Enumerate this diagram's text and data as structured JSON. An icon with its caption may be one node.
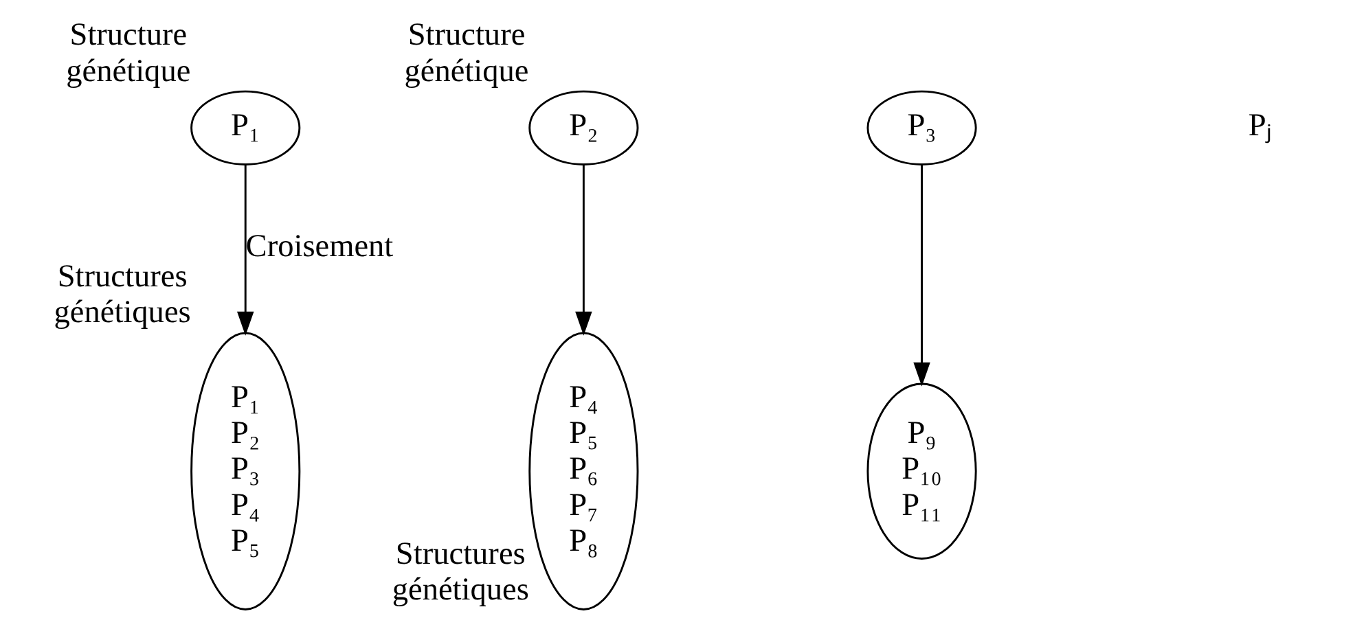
{
  "diagram": {
    "nodes": [
      {
        "text": [
          "P₁"
        ],
        "beside": [
          "Structure génétique"
        ]
      },
      {
        "text": [
          "P₂"
        ],
        "beside": [
          "Structure génétique"
        ]
      },
      {
        "text": [
          "P₃"
        ]
      },
      {
        "text": [
          "P₁",
          "P₂",
          "P₃",
          "P₄",
          "P₅"
        ],
        "beside": [
          "Structures génétiques"
        ]
      },
      {
        "text": [
          "P₄",
          "P₅",
          "P₆",
          "P₇",
          "P₈"
        ],
        "beside": [
          "Structures génétiques"
        ]
      },
      {
        "text": [
          "P₉",
          "P₁₀",
          "P₁₁"
        ]
      }
    ],
    "edges": [
      {
        "from": 0,
        "to": 3,
        "arrow": "to",
        "label": "Croisement"
      },
      {
        "from": 1,
        "to": 4,
        "arrow": "to"
      },
      {
        "from": 2,
        "to": 5,
        "arrow": "to"
      }
    ],
    "labels": [
      "Pⱼ"
    ]
  }
}
